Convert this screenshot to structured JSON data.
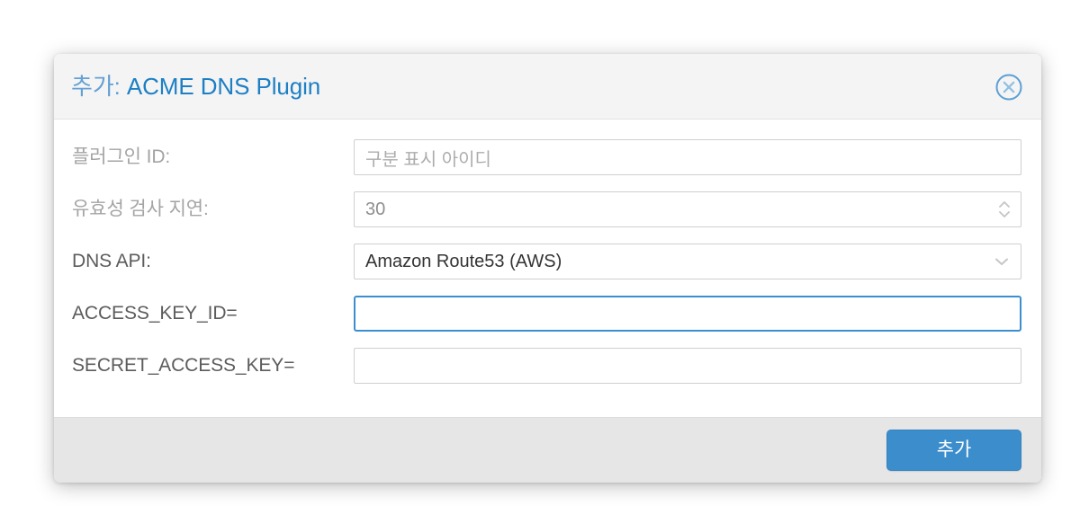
{
  "dialog": {
    "title_prefix": "추가:",
    "title_name": "ACME DNS Plugin",
    "close_icon": "close-circle-icon"
  },
  "form": {
    "rows": [
      {
        "label": "플러그인 ID:",
        "label_state": "dim",
        "control": "text",
        "value": "",
        "placeholder": "구분 표시 아이디"
      },
      {
        "label": "유효성 검사 지연:",
        "label_state": "dim",
        "control": "number",
        "value": "30",
        "placeholder": "",
        "spinner_icon": "spinner-up-down-icon"
      },
      {
        "label": "DNS API:",
        "label_state": "normal",
        "control": "select",
        "value": "Amazon Route53 (AWS)",
        "placeholder": "",
        "caret_icon": "chevron-down-icon"
      },
      {
        "label": "ACCESS_KEY_ID=",
        "label_state": "normal",
        "control": "text",
        "value": "",
        "placeholder": "",
        "focused": true
      },
      {
        "label": "SECRET_ACCESS_KEY=",
        "label_state": "normal",
        "control": "text",
        "value": "",
        "placeholder": ""
      }
    ]
  },
  "footer": {
    "submit_label": "추가"
  },
  "colors": {
    "accent_blue": "#3c8dcc",
    "title_blue": "#1d7fc4",
    "title_prefix_blue": "#63a0d4",
    "focus_border": "#3b8fd1",
    "header_bg": "#f4f4f4",
    "footer_bg": "#e6e6e6",
    "field_border": "#cfcfcf",
    "label_dim": "#a4a4a4",
    "label_normal": "#5c5c5c"
  }
}
